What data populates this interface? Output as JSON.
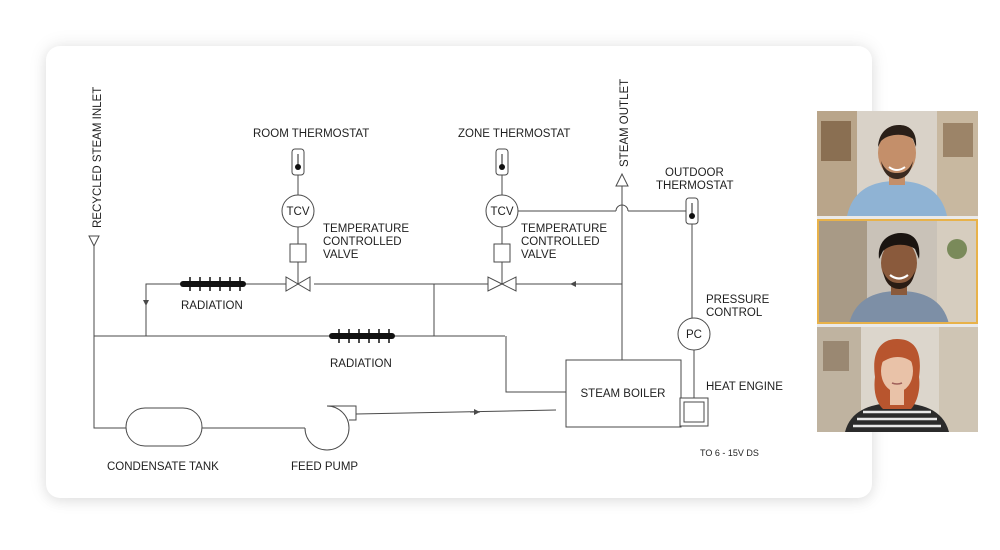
{
  "diagram": {
    "labels": {
      "recycled_steam_inlet": "RECYCLED STEAM INLET",
      "steam_outlet": "STEAM OUTLET",
      "room_thermostat": "ROOM THERMOSTAT",
      "zone_thermostat": "ZONE THERMOSTAT",
      "outdoor_thermostat_1": "OUTDOOR",
      "outdoor_thermostat_2": "THERMOSTAT",
      "tcv": "TCV",
      "tcv_desc_1": "TEMPERATURE",
      "tcv_desc_2": "CONTROLLED",
      "tcv_desc_3": "VALVE",
      "radiation": "RADIATION",
      "pressure_control_1": "PRESSURE",
      "pressure_control_2": "CONTROL",
      "pc": "PC",
      "heat_engine": "HEAT ENGINE",
      "steam_boiler": "STEAM BOILER",
      "condensate_tank": "CONDENSATE TANK",
      "feed_pump": "FEED PUMP",
      "note": "TO 6 - 15V DS"
    },
    "colors": {
      "line": "#4a4a4a",
      "text": "#1f1f1f",
      "radiator": "#111111"
    }
  },
  "video_call": {
    "participants": [
      {
        "avatar": "participant-1",
        "active": false,
        "shirt_color": "#8fb3d4",
        "skin": "#c48f6a",
        "hair": "#2a1f18"
      },
      {
        "avatar": "participant-2",
        "active": true,
        "shirt_color": "#7d8fa6",
        "skin": "#8a5a3c",
        "hair": "#1a1410"
      },
      {
        "avatar": "participant-3",
        "active": false,
        "shirt_color": "#2b2b2b",
        "skin": "#e9c2a8",
        "hair": "#b8552e"
      }
    ]
  }
}
